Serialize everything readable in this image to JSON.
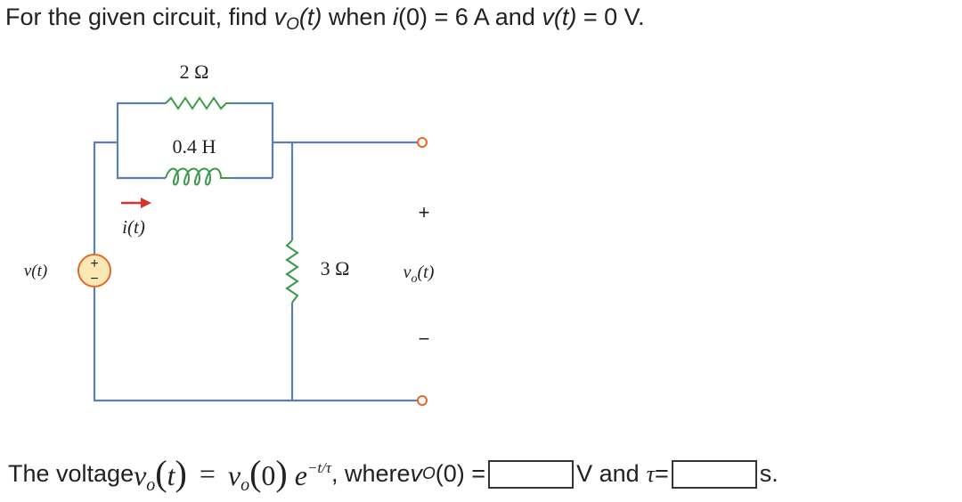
{
  "question": {
    "t1": "For the given circuit, find ",
    "v": "v",
    "sub_o": "O",
    "t_arg": "(t)",
    "t2": " when ",
    "i": "i",
    "t3": "(0) = 6 A and ",
    "v2": "v",
    "t4": "(t)",
    "t5": " = 0 V."
  },
  "circuit": {
    "r_top": "2 Ω",
    "inductor": "0.4 H",
    "current_label": "i(t)",
    "source_label": "v(t)",
    "r_mid": "3 Ω",
    "plus": "+",
    "minus": "−",
    "vo_label": "v",
    "vo_sub": "o",
    "vo_arg": "(t)",
    "src_plus": "+",
    "src_minus": "−"
  },
  "answer": {
    "lead": "The voltage ",
    "v": "v",
    "o": "o",
    "t": "t",
    "eq": "=",
    "zero": "0",
    "e": "e",
    "exp": "−t/τ",
    "comma": " , where ",
    "vo": "v",
    "vo_sub": "O",
    "vo_arg": "(0) =",
    "unit_v": "V and ",
    "tau": "τ",
    "tau_eq": " =",
    "unit_s": "s.",
    "vo0_value": "",
    "tau_value": ""
  },
  "colors": {
    "wire": "#5b7fb0",
    "resistor": "#3a9a4a",
    "terminal": "#e06a2a",
    "arrow": "#d9342a",
    "source_fill": "#fbe7b3"
  }
}
